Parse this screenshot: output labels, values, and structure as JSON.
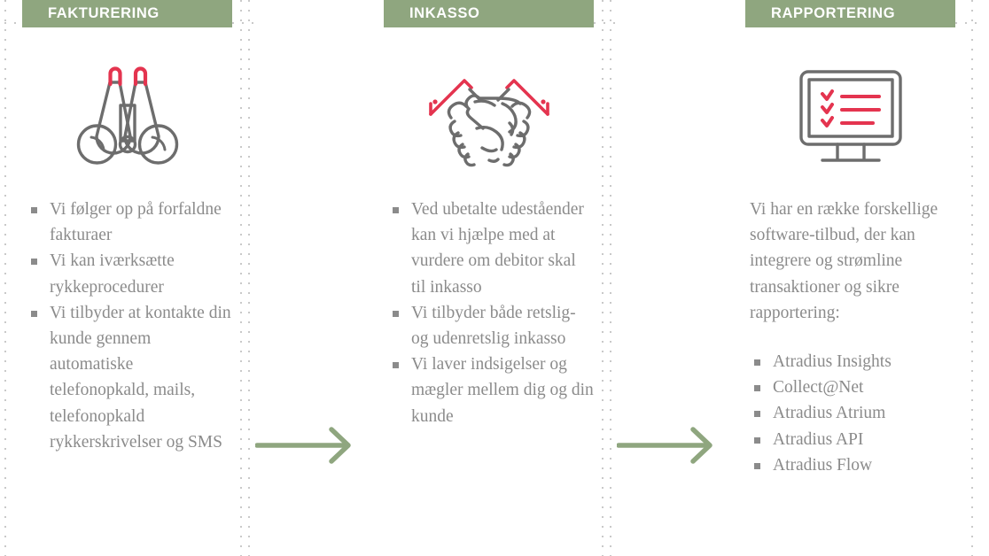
{
  "theme": {
    "header_green": "#8fa67f",
    "text_gray": "#8b8b8b",
    "icon_gray": "#6d6d6d",
    "icon_accent_pink": "#e4344f",
    "arrow_green": "#8fa67f",
    "dotted_gray": "#c9c9c9"
  },
  "columns": [
    {
      "header": "FAKTURERING",
      "icon": "binoculars-icon",
      "intro": null,
      "bullets": [
        "Vi følger op på forfaldne fakturaer",
        "Vi kan iværksætte rykkeprocedurer",
        "Vi tilbyder at kontakte din kunde gennem automatiske telefonopkald, mails, telefonopkald rykkerskrivelser og SMS"
      ]
    },
    {
      "header": "INKASSO",
      "icon": "handshake-icon",
      "intro": null,
      "bullets": [
        "Ved ubetalte udeståender kan vi hjælpe med at vurdere om debitor skal til inkasso",
        "Vi tilbyder både retslig- og udenretslig inkasso",
        "Vi laver indsigelser og mægler mellem dig og din kunde"
      ]
    },
    {
      "header": "RAPPORTERING",
      "icon": "monitor-checklist-icon",
      "intro": "Vi har en række forskellige software-tilbud, der kan integrere og strømline transaktioner og sikre rapportering:",
      "bullets": [
        "Atradius Insights",
        "Collect@Net",
        "Atradius Atrium",
        "Atradius API",
        "Atradius Flow"
      ]
    }
  ],
  "arrows": [
    {
      "name": "arrow-fakturering-to-inkasso"
    },
    {
      "name": "arrow-inkasso-to-rapportering"
    }
  ]
}
